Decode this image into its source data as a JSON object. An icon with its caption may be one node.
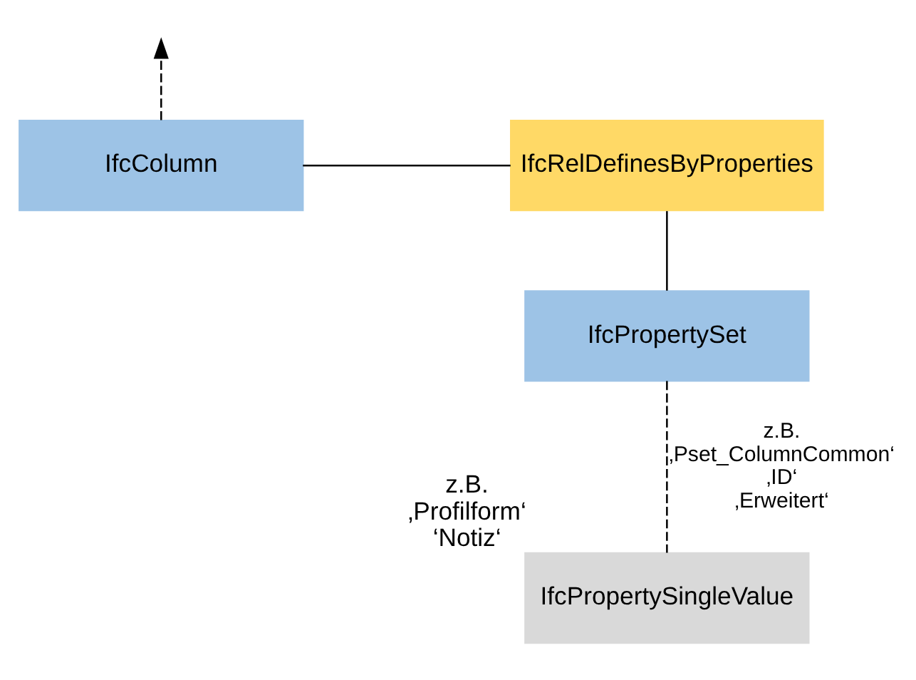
{
  "diagram": {
    "nodes": [
      {
        "text": [
          "IfcColumn"
        ]
      },
      {
        "text": [
          "IfcRelDefinesByProperties"
        ]
      },
      {
        "text": [
          "IfcPropertySet"
        ]
      },
      {
        "text": [
          "IfcPropertySingleValue"
        ],
        "beside": [
          "z.B. ‚Profilform‘ ‘Notiz‘"
        ]
      }
    ],
    "edges": [
      {
        "from": 0,
        "to": null,
        "arrow": "to",
        "style": "dashed"
      },
      {
        "from": 0,
        "to": 1,
        "arrow": "none"
      },
      {
        "from": 1,
        "to": 2,
        "arrow": "none"
      },
      {
        "from": 2,
        "to": 3,
        "arrow": "none",
        "style": "dashed",
        "label": "z.B. ‚Pset_ColumnCommon‘ ‚ID‘ ‚Erweitert‘"
      }
    ]
  }
}
